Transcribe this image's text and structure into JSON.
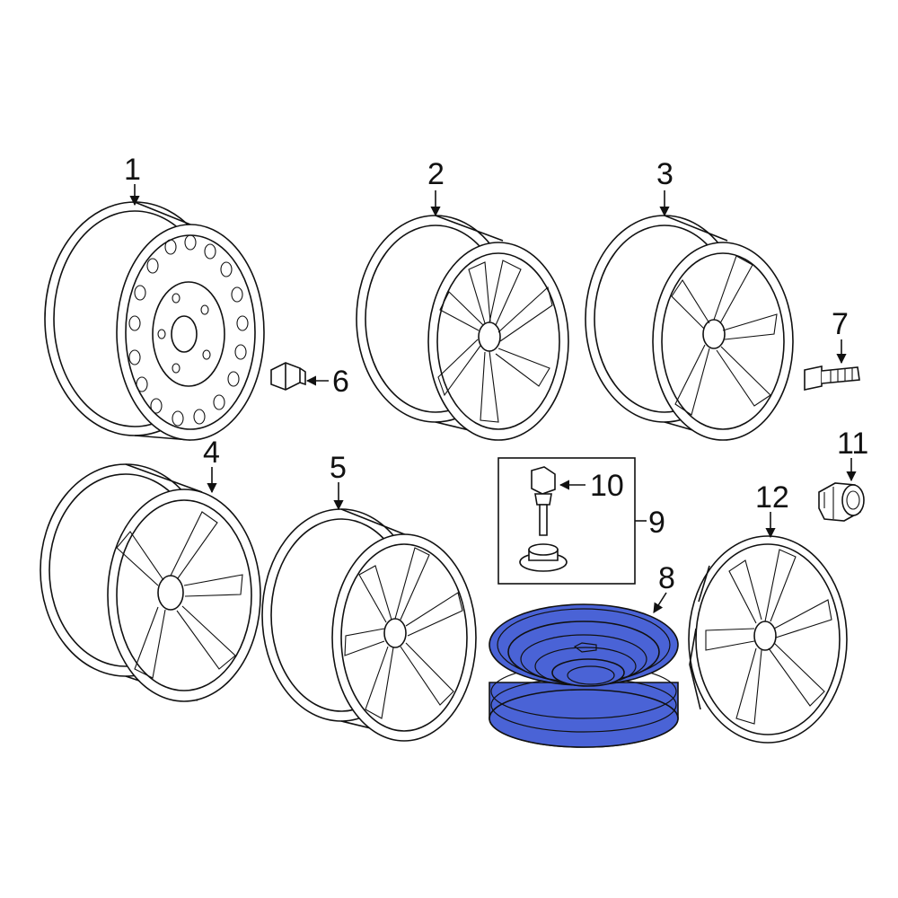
{
  "colors": {
    "highlight": "#4a63d6",
    "line": "#111111",
    "background": "#ffffff"
  },
  "callouts": {
    "c1": "1",
    "c2": "2",
    "c3": "3",
    "c4": "4",
    "c5": "5",
    "c6": "6",
    "c7": "7",
    "c8": "8",
    "c9": "9",
    "c10": "10",
    "c11": "11",
    "c12": "12"
  },
  "parts": {
    "steel_wheel": "steel-wheel",
    "alloy_wheel_a": "alloy-wheel",
    "alloy_wheel_b": "alloy-wheel",
    "alloy_wheel_c": "alloy-wheel",
    "alloy_wheel_d": "alloy-wheel",
    "lug_nut": "lug-nut",
    "wheel_stud": "wheel-stud",
    "spare_wheel": "spare-wheel",
    "tpms_kit": "tpms-sensor-kit",
    "tpms_sensor": "tpms-sensor",
    "center_cap": "center-cap",
    "wheel_cover": "wheel-cover"
  },
  "highlighted_part": "8"
}
